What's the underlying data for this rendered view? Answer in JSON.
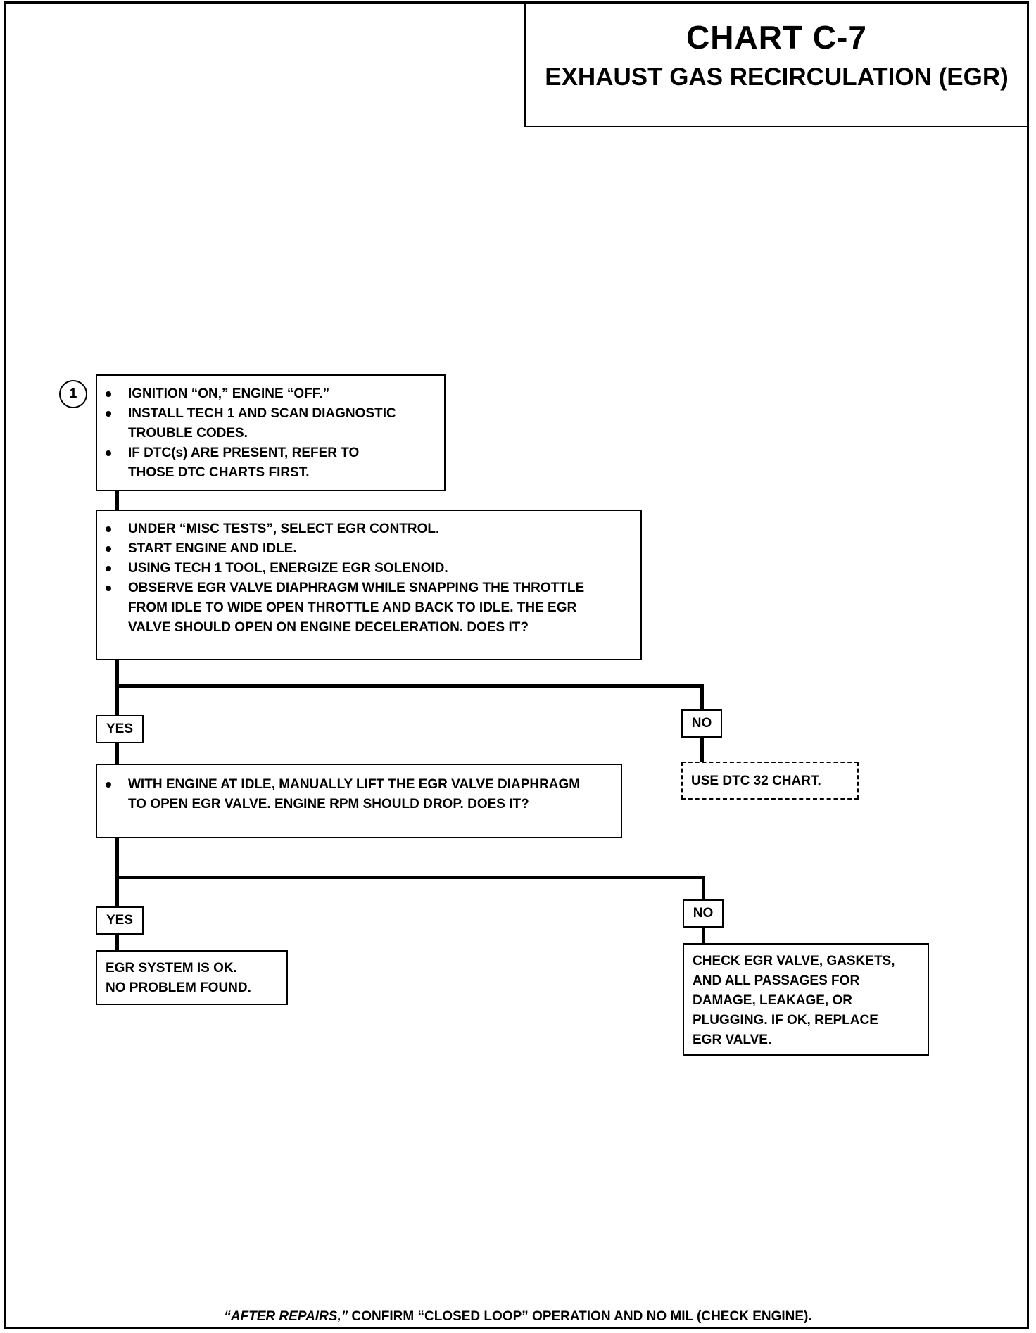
{
  "title": {
    "main": "CHART C-7",
    "sub": "EXHAUST GAS RECIRCULATION (EGR)"
  },
  "step_marker": "1",
  "step1": {
    "items": [
      "IGNITION “ON,” ENGINE “OFF.”",
      "INSTALL TECH 1 AND SCAN DIAGNOSTIC TROUBLE CODES.",
      "IF DTC(s) ARE PRESENT, REFER TO THOSE DTC CHARTS FIRST."
    ]
  },
  "step2": {
    "items": [
      "UNDER “MISC TESTS”, SELECT EGR CONTROL.",
      "START ENGINE AND IDLE.",
      "USING TECH 1 TOOL, ENERGIZE EGR SOLENOID.",
      "OBSERVE EGR VALVE DIAPHRAGM WHILE SNAPPING THE THROTTLE FROM IDLE TO WIDE OPEN THROTTLE AND BACK TO IDLE. THE EGR VALVE SHOULD OPEN ON ENGINE DECELERATION. DOES IT?"
    ]
  },
  "branch1": {
    "yes_label": "YES",
    "no_label": "NO",
    "no_result": "USE DTC 32 CHART."
  },
  "step3": {
    "items": [
      "WITH ENGINE AT IDLE, MANUALLY LIFT THE EGR VALVE DIAPHRAGM TO OPEN EGR VALVE.  ENGINE RPM SHOULD DROP. DOES IT?"
    ]
  },
  "branch2": {
    "yes_label": "YES",
    "no_label": "NO",
    "yes_result": "EGR SYSTEM IS OK. NO PROBLEM FOUND.",
    "no_result": "CHECK EGR VALVE, GASKETS, AND ALL PASSAGES FOR DAMAGE, LEAKAGE, OR PLUGGING.  IF OK, REPLACE EGR VALVE."
  },
  "footer": {
    "prefix": "“AFTER REPAIRS,”",
    "text": " CONFIRM “CLOSED LOOP” OPERATION AND NO MIL (CHECK ENGINE)."
  }
}
